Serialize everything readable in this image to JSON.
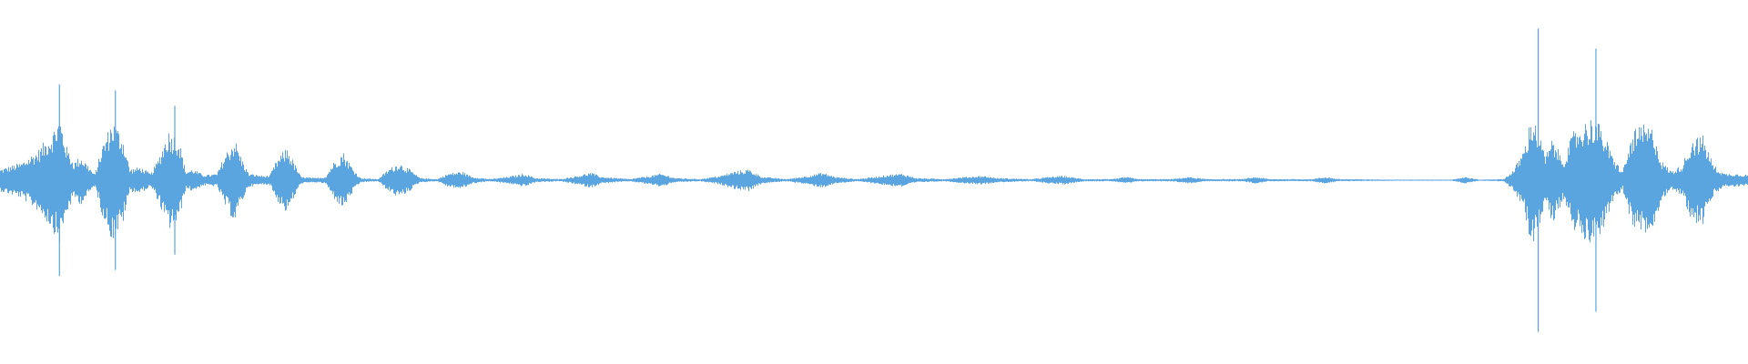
{
  "waveform": {
    "color": "#5aa5e0",
    "background": "#ffffff",
    "envelope": [
      [
        0.0,
        0.1
      ],
      [
        0.012,
        0.16
      ],
      [
        0.022,
        0.28
      ],
      [
        0.03,
        0.45
      ],
      [
        0.034,
        0.58
      ],
      [
        0.038,
        0.3
      ],
      [
        0.042,
        0.16
      ],
      [
        0.046,
        0.22
      ],
      [
        0.05,
        0.14
      ],
      [
        0.054,
        0.05
      ],
      [
        0.058,
        0.3
      ],
      [
        0.064,
        0.55
      ],
      [
        0.07,
        0.4
      ],
      [
        0.074,
        0.1
      ],
      [
        0.08,
        0.12
      ],
      [
        0.086,
        0.06
      ],
      [
        0.09,
        0.18
      ],
      [
        0.096,
        0.45
      ],
      [
        0.102,
        0.38
      ],
      [
        0.106,
        0.08
      ],
      [
        0.11,
        0.1
      ],
      [
        0.116,
        0.05
      ],
      [
        0.12,
        0.05
      ],
      [
        0.124,
        0.06
      ],
      [
        0.128,
        0.22
      ],
      [
        0.134,
        0.38
      ],
      [
        0.138,
        0.2
      ],
      [
        0.142,
        0.06
      ],
      [
        0.146,
        0.05
      ],
      [
        0.15,
        0.04
      ],
      [
        0.154,
        0.04
      ],
      [
        0.158,
        0.18
      ],
      [
        0.164,
        0.3
      ],
      [
        0.168,
        0.16
      ],
      [
        0.172,
        0.03
      ],
      [
        0.18,
        0.02
      ],
      [
        0.186,
        0.03
      ],
      [
        0.19,
        0.15
      ],
      [
        0.196,
        0.26
      ],
      [
        0.202,
        0.1
      ],
      [
        0.206,
        0.02
      ],
      [
        0.216,
        0.01
      ],
      [
        0.222,
        0.1
      ],
      [
        0.228,
        0.16
      ],
      [
        0.234,
        0.1
      ],
      [
        0.24,
        0.02
      ],
      [
        0.25,
        0.01
      ],
      [
        0.256,
        0.06
      ],
      [
        0.264,
        0.08
      ],
      [
        0.27,
        0.03
      ],
      [
        0.28,
        0.01
      ],
      [
        0.29,
        0.03
      ],
      [
        0.3,
        0.06
      ],
      [
        0.306,
        0.02
      ],
      [
        0.32,
        0.01
      ],
      [
        0.33,
        0.04
      ],
      [
        0.338,
        0.07
      ],
      [
        0.344,
        0.03
      ],
      [
        0.36,
        0.01
      ],
      [
        0.372,
        0.04
      ],
      [
        0.378,
        0.06
      ],
      [
        0.386,
        0.02
      ],
      [
        0.4,
        0.01
      ],
      [
        0.412,
        0.04
      ],
      [
        0.42,
        0.08
      ],
      [
        0.428,
        0.1
      ],
      [
        0.436,
        0.03
      ],
      [
        0.45,
        0.01
      ],
      [
        0.462,
        0.04
      ],
      [
        0.47,
        0.07
      ],
      [
        0.478,
        0.03
      ],
      [
        0.49,
        0.01
      ],
      [
        0.5,
        0.03
      ],
      [
        0.508,
        0.05
      ],
      [
        0.516,
        0.06
      ],
      [
        0.524,
        0.02
      ],
      [
        0.54,
        0.01
      ],
      [
        0.552,
        0.03
      ],
      [
        0.562,
        0.04
      ],
      [
        0.57,
        0.02
      ],
      [
        0.59,
        0.01
      ],
      [
        0.6,
        0.03
      ],
      [
        0.608,
        0.04
      ],
      [
        0.62,
        0.01
      ],
      [
        0.636,
        0.01
      ],
      [
        0.644,
        0.03
      ],
      [
        0.652,
        0.01
      ],
      [
        0.67,
        0.01
      ],
      [
        0.68,
        0.03
      ],
      [
        0.69,
        0.01
      ],
      [
        0.71,
        0.01
      ],
      [
        0.718,
        0.03
      ],
      [
        0.726,
        0.01
      ],
      [
        0.75,
        0.01
      ],
      [
        0.758,
        0.03
      ],
      [
        0.766,
        0.01
      ],
      [
        0.8,
        0.005
      ],
      [
        0.83,
        0.005
      ],
      [
        0.838,
        0.03
      ],
      [
        0.846,
        0.005
      ],
      [
        0.86,
        0.01
      ],
      [
        0.866,
        0.1
      ],
      [
        0.872,
        0.3
      ],
      [
        0.876,
        0.6
      ],
      [
        0.88,
        0.42
      ],
      [
        0.884,
        0.22
      ],
      [
        0.888,
        0.38
      ],
      [
        0.894,
        0.18
      ],
      [
        0.9,
        0.44
      ],
      [
        0.906,
        0.52
      ],
      [
        0.912,
        0.58
      ],
      [
        0.918,
        0.4
      ],
      [
        0.922,
        0.22
      ],
      [
        0.928,
        0.08
      ],
      [
        0.934,
        0.44
      ],
      [
        0.94,
        0.5
      ],
      [
        0.946,
        0.46
      ],
      [
        0.95,
        0.18
      ],
      [
        0.956,
        0.08
      ],
      [
        0.962,
        0.14
      ],
      [
        0.968,
        0.38
      ],
      [
        0.974,
        0.4
      ],
      [
        0.98,
        0.14
      ],
      [
        0.986,
        0.06
      ],
      [
        0.992,
        0.06
      ],
      [
        1.0,
        0.05
      ]
    ],
    "spikes": [
      [
        0.034,
        0.62
      ],
      [
        0.066,
        0.58
      ],
      [
        0.1,
        0.48
      ],
      [
        0.88,
        0.98
      ],
      [
        0.913,
        0.85
      ]
    ]
  }
}
